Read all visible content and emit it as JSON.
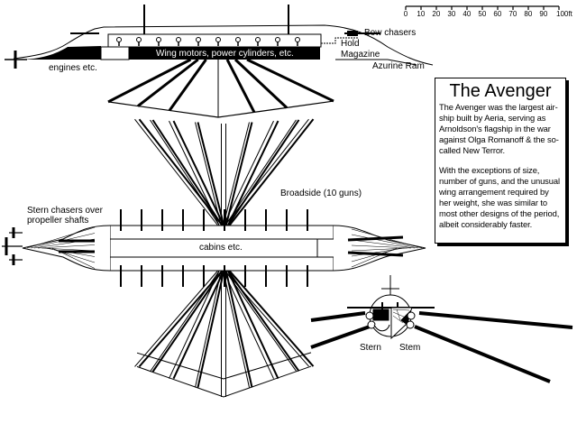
{
  "title": "The Avenger",
  "description": [
    "The Avenger was the largest air-ship built by Aeria, serving as Arnoldson's flagship in the war against Olga Romanoff & the so-called New Terror.",
    "With the exceptions of size, number of guns,  and the unusual wing arrangement required by her weight, she was similar to most other designs of the period, albeit considerably faster."
  ],
  "scale_bar": {
    "unit": "ft",
    "ticks": [
      "0",
      "10",
      "20",
      "30",
      "40",
      "50",
      "60",
      "70",
      "80",
      "90",
      "100ft"
    ]
  },
  "side_view": {
    "labels": {
      "bow_chasers": "Bow chasers",
      "hold": "Hold",
      "magazine": "Magazine",
      "azurine_ram": "Azurine Ram",
      "engines": "engines etc.",
      "wing_motors": "Wing motors, power cylinders, etc."
    }
  },
  "plan_view": {
    "labels": {
      "stern_chasers": "Stern chasers over",
      "propeller_shafts": "propeller shafts",
      "broadside": "Broadside (10 guns)",
      "cabins": "cabins etc."
    },
    "guns_per_side": 10
  },
  "end_view": {
    "labels": {
      "stern": "Stern",
      "stem": "Stem"
    }
  },
  "colors": {
    "ink": "#000000",
    "paper": "#ffffff"
  }
}
